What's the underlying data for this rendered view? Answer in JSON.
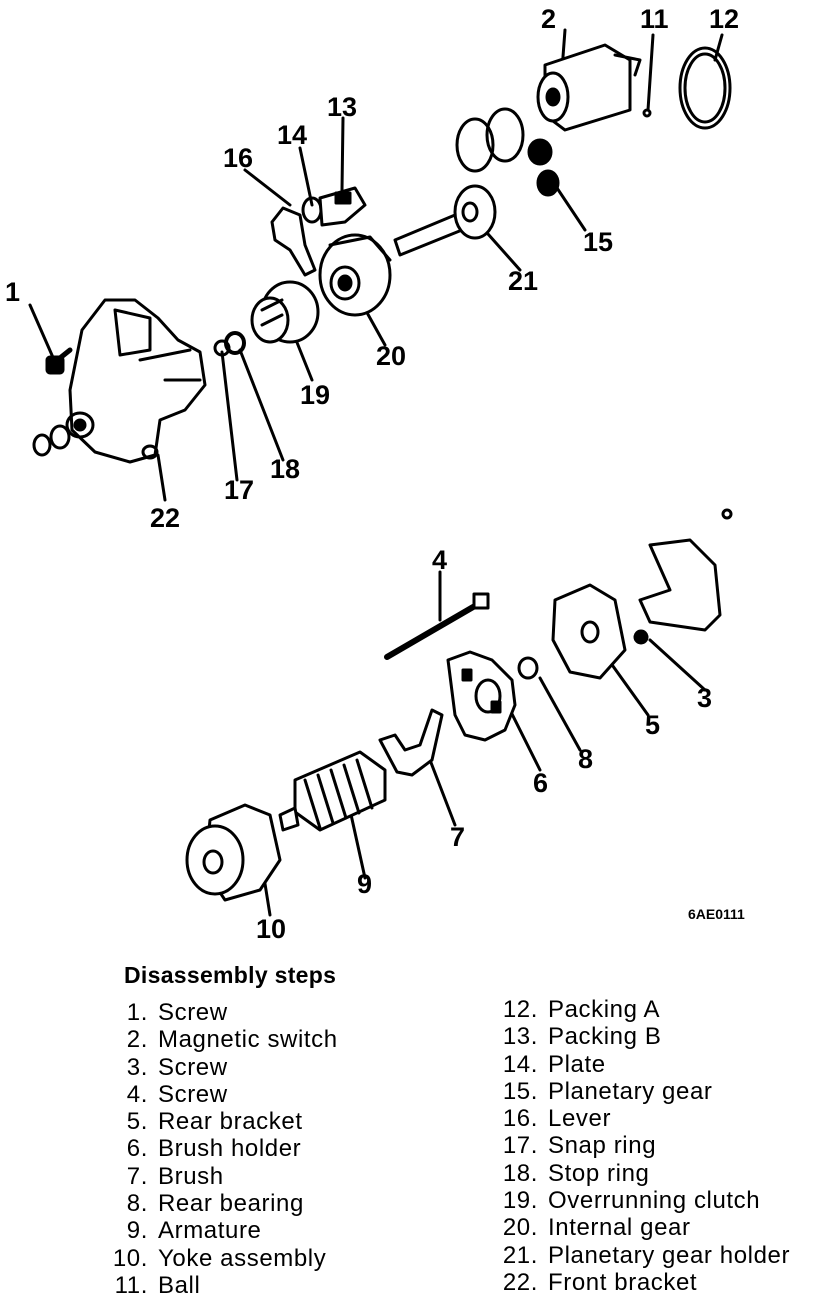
{
  "figure_code": "6AE0111",
  "callouts": [
    "1",
    "2",
    "3",
    "4",
    "5",
    "6",
    "7",
    "8",
    "9",
    "10",
    "11",
    "12",
    "13",
    "14",
    "15",
    "16",
    "17",
    "18",
    "19",
    "20",
    "21",
    "22"
  ],
  "steps_title": "Disassembly steps",
  "steps_left": [
    {
      "num": "1.",
      "label": "Screw"
    },
    {
      "num": "2.",
      "label": "Magnetic switch"
    },
    {
      "num": "3.",
      "label": "Screw"
    },
    {
      "num": "4.",
      "label": "Screw"
    },
    {
      "num": "5.",
      "label": "Rear bracket"
    },
    {
      "num": "6.",
      "label": "Brush holder"
    },
    {
      "num": "7.",
      "label": "Brush"
    },
    {
      "num": "8.",
      "label": "Rear bearing"
    },
    {
      "num": "9.",
      "label": "Armature"
    },
    {
      "num": "10.",
      "label": "Yoke assembly"
    },
    {
      "num": "11.",
      "label": "Ball"
    }
  ],
  "steps_right": [
    {
      "num": "12.",
      "label": "Packing A"
    },
    {
      "num": "13.",
      "label": "Packing B"
    },
    {
      "num": "14.",
      "label": "Plate"
    },
    {
      "num": "15.",
      "label": "Planetary gear"
    },
    {
      "num": "16.",
      "label": "Lever"
    },
    {
      "num": "17.",
      "label": "Snap ring"
    },
    {
      "num": "18.",
      "label": "Stop ring"
    },
    {
      "num": "19.",
      "label": "Overrunning clutch"
    },
    {
      "num": "20.",
      "label": "Internal gear"
    },
    {
      "num": "21.",
      "label": "Planetary gear holder"
    },
    {
      "num": "22.",
      "label": "Front bracket"
    }
  ]
}
